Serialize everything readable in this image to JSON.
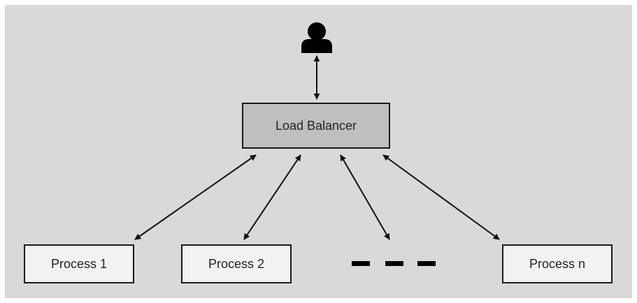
{
  "load_balancer": {
    "label": "Load Balancer",
    "fill": "#bfbfbf"
  },
  "processes": [
    {
      "label": "Process 1"
    },
    {
      "label": "Process 2"
    },
    {
      "label": "Process n"
    }
  ],
  "user_icon": "person-icon",
  "ellipsis_icon": "dash-ellipsis-icon",
  "colors": {
    "background": "#d9d9d9",
    "process_fill": "#f2f2f2",
    "stroke": "#111111"
  }
}
